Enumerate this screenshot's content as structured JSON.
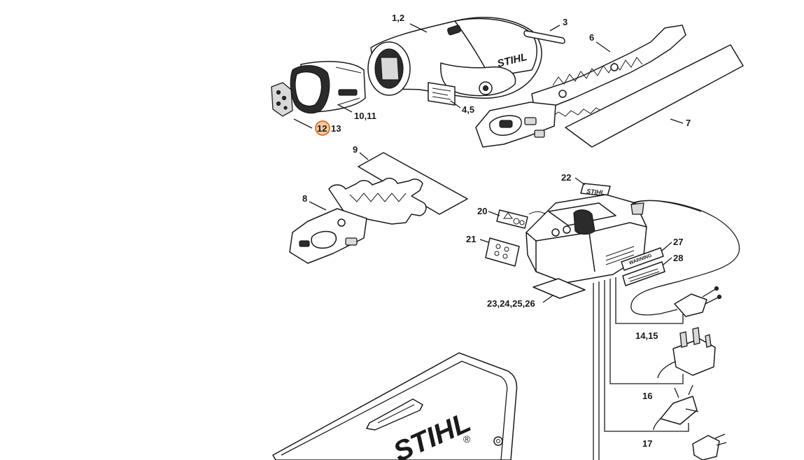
{
  "labels": {
    "l1_2": "1,2",
    "l3": "3",
    "l4_5": "4,5",
    "l6": "6",
    "l7": "7",
    "l8": "8",
    "l9": "9",
    "l10_11": "10,11",
    "l12": "12",
    "l13": "13",
    "l14_15": "14,15",
    "l16": "16",
    "l17": "17",
    "l20": "20",
    "l21": "21",
    "l22": "22",
    "l23_26": "23,24,25,26",
    "l27": "27",
    "l28": "28"
  },
  "brand": {
    "tool": "STIHL",
    "decal": "STIHL",
    "case": "STIHL",
    "registered": "®"
  },
  "warning": "WARNING",
  "highlight": {
    "part": "12",
    "color": "#e8762d"
  }
}
